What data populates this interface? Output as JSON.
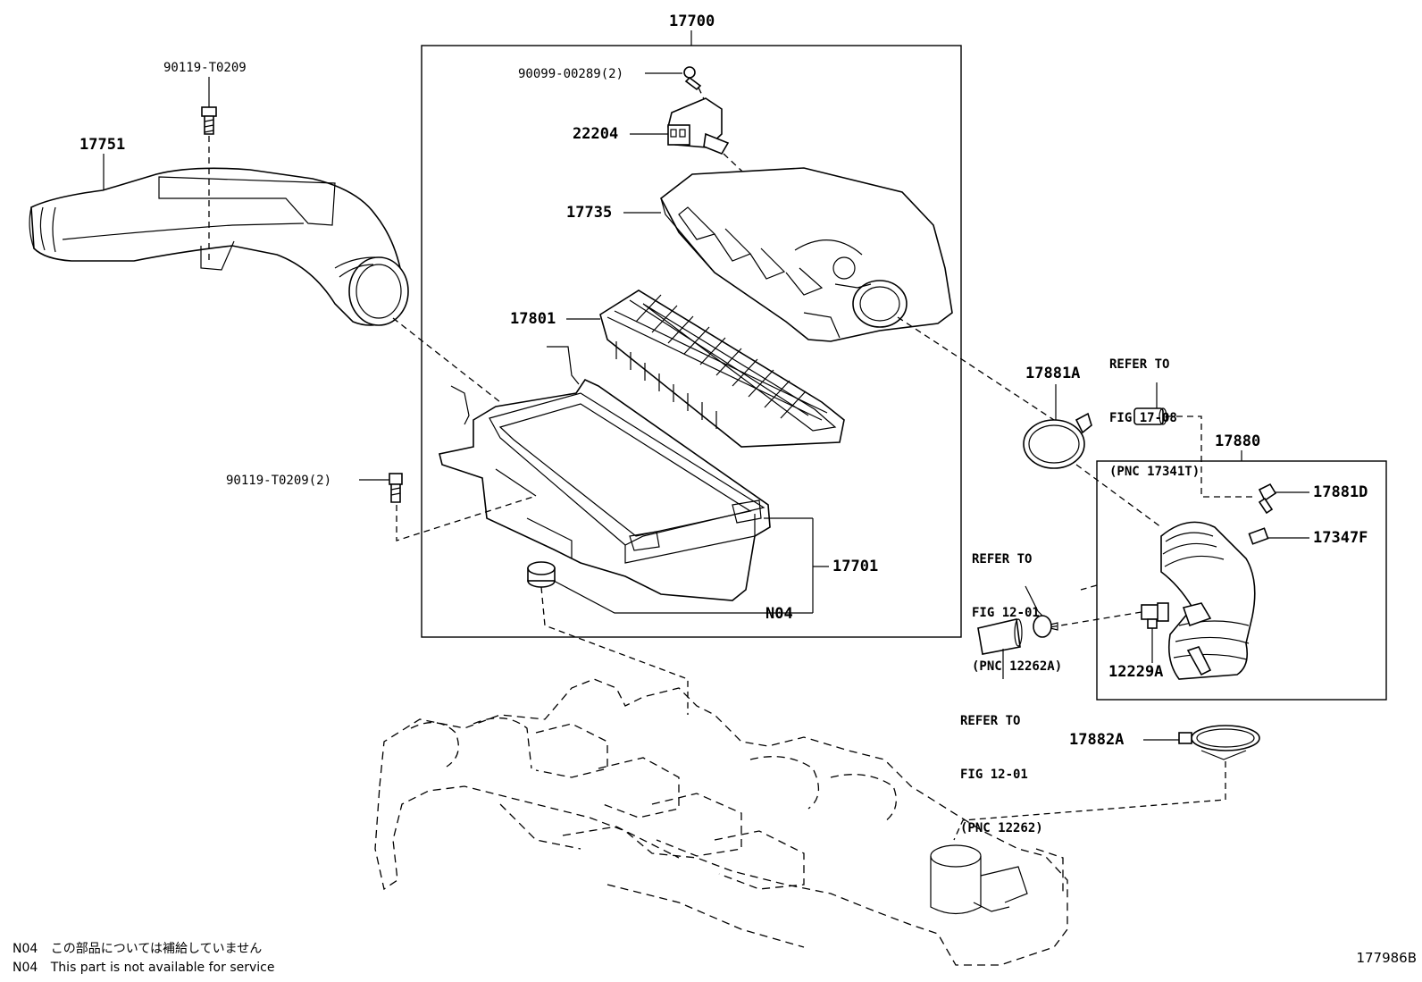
{
  "labels": {
    "p17700": "17700",
    "p90119_top": "90119-T0209",
    "p17751": "17751",
    "p90099": "90099-00289(2)",
    "p22204": "22204",
    "p17735": "17735",
    "p17801": "17801",
    "p90119_side": "90119-T0209(2)",
    "p17701": "17701",
    "n04": "N04",
    "p17881a": "17881A",
    "p17880": "17880",
    "p17881d": "17881D",
    "p17347f": "17347F",
    "p12229a": "12229A",
    "p17882a": "17882A"
  },
  "refs": {
    "fig1708": [
      "REFER TO",
      "FIG 17-08",
      "(PNC 17341T)"
    ],
    "fig1201a": [
      "REFER TO",
      "FIG 12-01",
      "(PNC 12262A)"
    ],
    "fig1201b": [
      "REFER TO",
      "FIG 12-01",
      "(PNC 12262)"
    ]
  },
  "notes": {
    "n04_jp_code": "N04",
    "n04_jp_text": "この部品については補給していません",
    "n04_en_code": "N04",
    "n04_en_text": "This part is not available for service"
  },
  "figure_id": "177986B"
}
